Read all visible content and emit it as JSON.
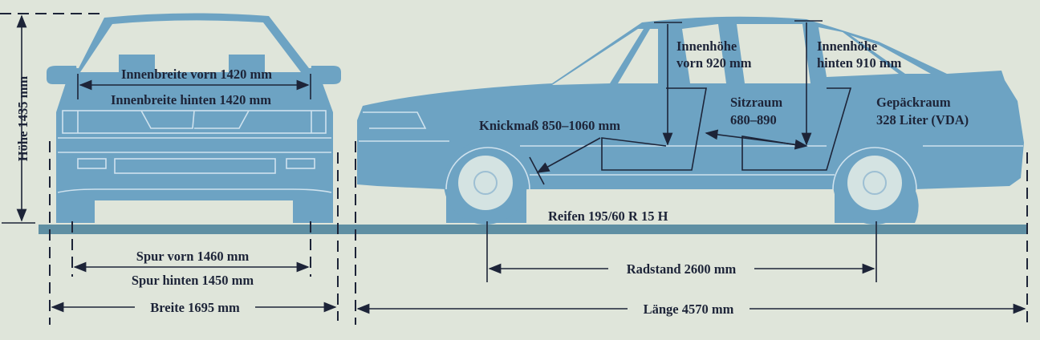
{
  "colors": {
    "body": "#6da3c3",
    "ground": "#5f8fa3",
    "background": "#dfe5da",
    "text": "#1d2438"
  },
  "front_view": {
    "height": "Höhe 1435 mm",
    "interior_width_front": "Innenbreite vorn 1420 mm",
    "interior_width_rear": "Innenbreite hinten 1420 mm",
    "track_front": "Spur vorn 1460 mm",
    "track_rear": "Spur hinten 1450 mm",
    "width": "Breite 1695 mm"
  },
  "side_view": {
    "headroom_front_1": "Innenhöhe",
    "headroom_front_2": "vorn 920 mm",
    "headroom_rear_1": "Innenhöhe",
    "headroom_rear_2": "hinten 910 mm",
    "seat_room_1": "Sitzraum",
    "seat_room_2": "680–890",
    "trunk_1": "Gepäckraum",
    "trunk_2": "328 Liter (VDA)",
    "knee_room": "Knickmaß 850–1060 mm",
    "tires": "Reifen 195/60 R 15 H",
    "wheelbase": "Radstand 2600 mm",
    "length": "Länge 4570 mm"
  }
}
